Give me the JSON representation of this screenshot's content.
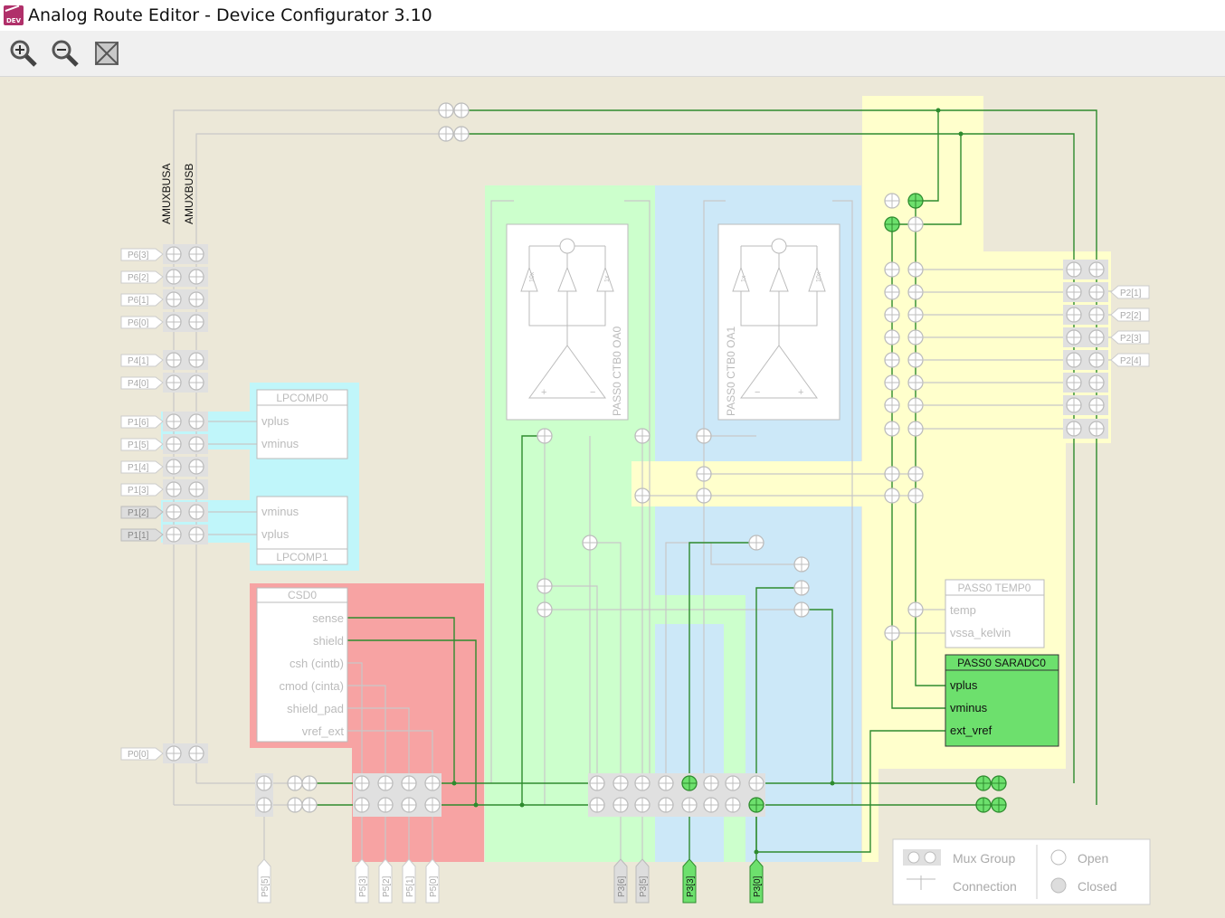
{
  "window": {
    "title": "Analog Route Editor - Device Configurator 3.10",
    "icon_text": "DEV"
  },
  "toolbar": {
    "zoom_in": "zoom-in-icon",
    "zoom_out": "zoom-out-icon",
    "fit": "zoom-fit-icon"
  },
  "bus_labels": {
    "a": "AMUXBUSA",
    "b": "AMUXBUSB"
  },
  "left_pins": [
    "P6[3]",
    "P6[2]",
    "P6[1]",
    "P6[0]",
    "P4[1]",
    "P4[0]",
    "P1[6]",
    "P1[5]",
    "P1[4]",
    "P1[3]",
    "P1[2]",
    "P1[1]",
    "P0[0]"
  ],
  "right_pins": [
    "P2[1]",
    "P2[2]",
    "P2[3]",
    "P2[4]"
  ],
  "bottom_pins": [
    "P5[5]",
    "P5[3]",
    "P5[2]",
    "P5[1]",
    "P5[0]",
    "P3[6]",
    "P3[5]",
    "P3[3]",
    "P3[0]"
  ],
  "lpcomp0": {
    "title": "LPCOMP0",
    "ports": [
      "vplus",
      "vminus"
    ]
  },
  "lpcomp1": {
    "title": "LPCOMP1",
    "ports": [
      "vminus",
      "vplus"
    ]
  },
  "csd0": {
    "title": "CSD0",
    "ports": [
      "sense",
      "shield",
      "csh (cintb)",
      "cmod (cinta)",
      "shield_pad",
      "vref_ext"
    ]
  },
  "oa0": {
    "label": "PASS0 CTB0 OA0",
    "buffers": [
      "10x",
      "1x"
    ]
  },
  "oa1": {
    "label": "PASS0 CTB0 OA1",
    "buffers": [
      "1x",
      "10x"
    ]
  },
  "temp0": {
    "title": "PASS0 TEMP0",
    "ports": [
      "temp",
      "vssa_kelvin"
    ]
  },
  "saradc0": {
    "title": "PASS0 SARADC0",
    "ports": [
      "vplus",
      "vminus",
      "ext_vref"
    ]
  },
  "legend": {
    "mux_group": "Mux Group",
    "connection": "Connection",
    "open": "Open",
    "closed": "Closed"
  },
  "colors": {
    "background": "#ece8d8",
    "active_route": "#2e8b2e",
    "closed_switch": "#6de06d",
    "csd_region": "#f7a3a3",
    "ctb_oa0_region": "#ccffcc",
    "ctb_oa1_region": "#cce8f8",
    "sar_region": "#ffffcc",
    "lpcomp_region": "#c0f6fa",
    "inactive_line": "#c8c8c8"
  }
}
